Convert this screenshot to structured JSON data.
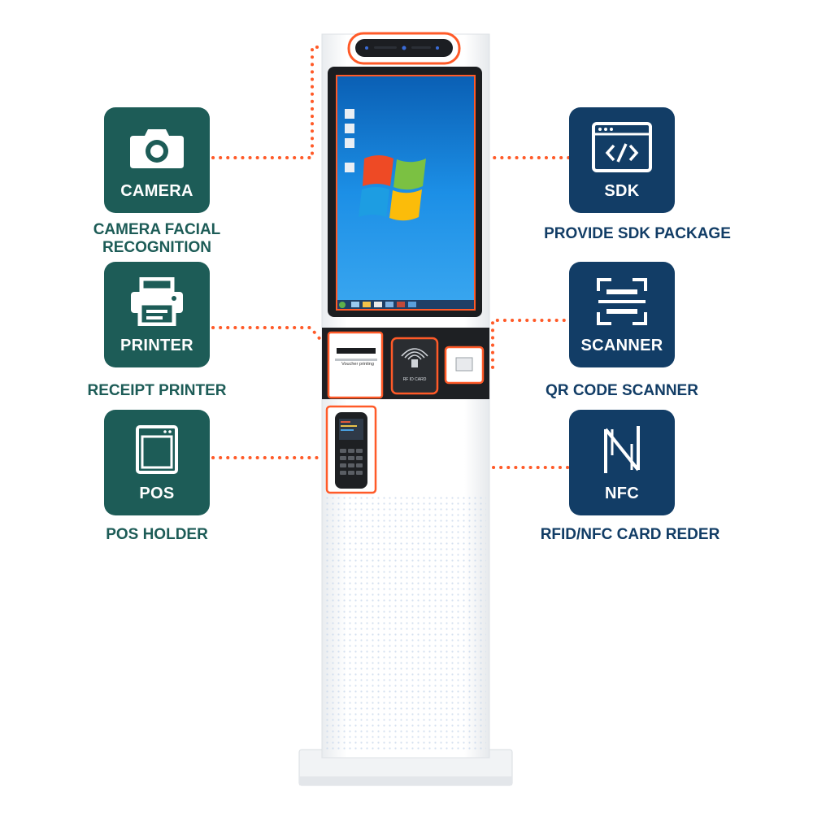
{
  "accent_color": "#ff5a28",
  "features": {
    "camera": {
      "tile_label": "CAMERA",
      "caption_line1": "CAMERA FACIAL",
      "caption_line2": "RECOGNITION",
      "icon": "camera-icon",
      "color": "#1d5c57"
    },
    "printer": {
      "tile_label": "PRINTER",
      "caption": "RECEIPT PRINTER",
      "icon": "printer-icon",
      "color": "#1d5c57"
    },
    "pos": {
      "tile_label": "POS",
      "caption": "POS HOLDER",
      "icon": "pos-icon",
      "color": "#1d5c57"
    },
    "sdk": {
      "tile_label": "SDK",
      "caption": "PROVIDE SDK  PACKAGE",
      "icon": "code-window-icon",
      "color": "#123d66"
    },
    "scanner": {
      "tile_label": "SCANNER",
      "caption": "QR CODE SCANNER",
      "icon": "scan-frame-icon",
      "color": "#123d66"
    },
    "nfc": {
      "tile_label": "NFC",
      "caption": "RFID/NFC CARD REDER",
      "icon": "nfc-icon",
      "color": "#123d66"
    }
  },
  "kiosk": {
    "printer_slot_text": "Voucher printing",
    "card_reader_text": "RF ID CARD"
  }
}
